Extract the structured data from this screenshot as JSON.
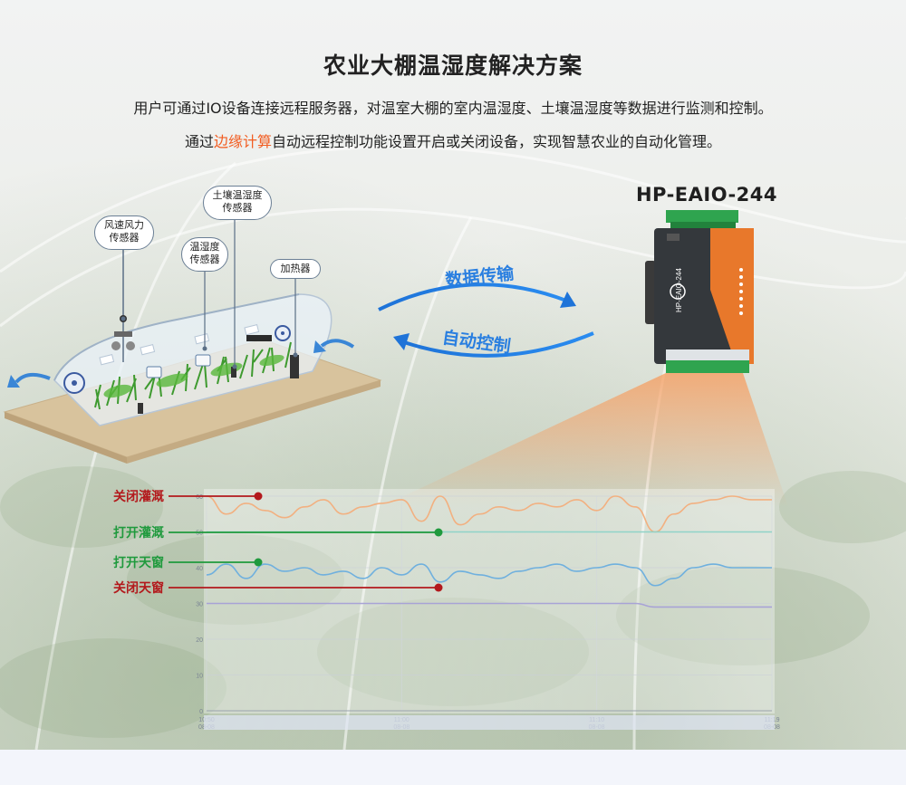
{
  "header": {
    "title": "农业大棚温湿度解决方案",
    "line1": "用户可通过IO设备连接远程服务器，对温室大棚的室内温湿度、土壤温湿度等数据进行监测和控制。",
    "line2_before": "通过",
    "line2_highlight": "边缘计算",
    "line2_after": "自动远程控制功能设置开启或关闭设备，实现智慧农业的自动化管理。"
  },
  "device": {
    "name": "HP-EAIO-244",
    "body_label": "HP-EAIO-244"
  },
  "sensors": {
    "wind": [
      "风速风力",
      "传感器"
    ],
    "soil": [
      "土壤温湿度",
      "传感器"
    ],
    "air": [
      "温湿度",
      "传感器"
    ],
    "heater": "加热器"
  },
  "arrows": {
    "upload": "数据传输",
    "control": "自动控制"
  },
  "callouts": [
    {
      "label": "关闭灌溉",
      "color": "#b3191c"
    },
    {
      "label": "打开灌溉",
      "color": "#1f9a3d"
    },
    {
      "label": "打开天窗",
      "color": "#1f9a3d"
    },
    {
      "label": "关闭天窗",
      "color": "#b3191c"
    }
  ],
  "colors": {
    "accent_orange": "#f25d22",
    "flow_blue": "#2a7fe0",
    "series_orange": "#f2b080",
    "series_teal": "#8fd3c8",
    "series_blue": "#6fb0de",
    "series_purple": "#a8a3d6"
  },
  "chart_data": {
    "type": "line",
    "title": "",
    "xlabel": "",
    "ylabel": "",
    "ylim": [
      0,
      60
    ],
    "yticks": [
      "0",
      "10",
      "20",
      "30",
      "40",
      "50",
      "60"
    ],
    "xticks": [
      {
        "time": "10:50",
        "date": "08-08"
      },
      {
        "time": "11:00",
        "date": "08-08"
      },
      {
        "time": "11:10",
        "date": "08-08"
      },
      {
        "time": "11:19",
        "date": "08-08"
      }
    ],
    "x": [
      10.833,
      10.85,
      10.867,
      10.883,
      10.9,
      10.917,
      10.933,
      10.95,
      10.967,
      10.983,
      11.0,
      11.017,
      11.033,
      11.05,
      11.067,
      11.083,
      11.1,
      11.117,
      11.133,
      11.15,
      11.167,
      11.183,
      11.2,
      11.217,
      11.233,
      11.25,
      11.267,
      11.283,
      11.3,
      11.317
    ],
    "series": [
      {
        "values": [
          60,
          55,
          58,
          56,
          54,
          57,
          59,
          55,
          57,
          58,
          59,
          53,
          60,
          52,
          55,
          57,
          56,
          58,
          57,
          59,
          56,
          60,
          57,
          50,
          55,
          58,
          59,
          60,
          59,
          59
        ],
        "color": "#f2b080"
      },
      {
        "values": [
          50,
          50,
          50,
          50,
          50,
          50,
          50,
          50,
          50,
          50,
          50,
          50,
          50,
          50,
          50,
          50,
          50,
          50,
          50,
          50,
          50,
          50,
          50,
          50,
          50,
          50,
          50,
          50,
          50,
          50
        ],
        "color": "#8fd3c8"
      },
      {
        "values": [
          38,
          41,
          37,
          41,
          39,
          40,
          38,
          39,
          37,
          40,
          38,
          41,
          36,
          39,
          38,
          37,
          39,
          40,
          41,
          39,
          40,
          41,
          40,
          35,
          37,
          40,
          41,
          40,
          40,
          40
        ],
        "color": "#6fb0de"
      },
      {
        "values": [
          30,
          30,
          30,
          30,
          30,
          30,
          30,
          30,
          30,
          30,
          30,
          30,
          30,
          30,
          30,
          30,
          30,
          30,
          30,
          30,
          30,
          30,
          30,
          29,
          29,
          29,
          29,
          29,
          29,
          29
        ],
        "color": "#a8a3d6"
      }
    ]
  }
}
